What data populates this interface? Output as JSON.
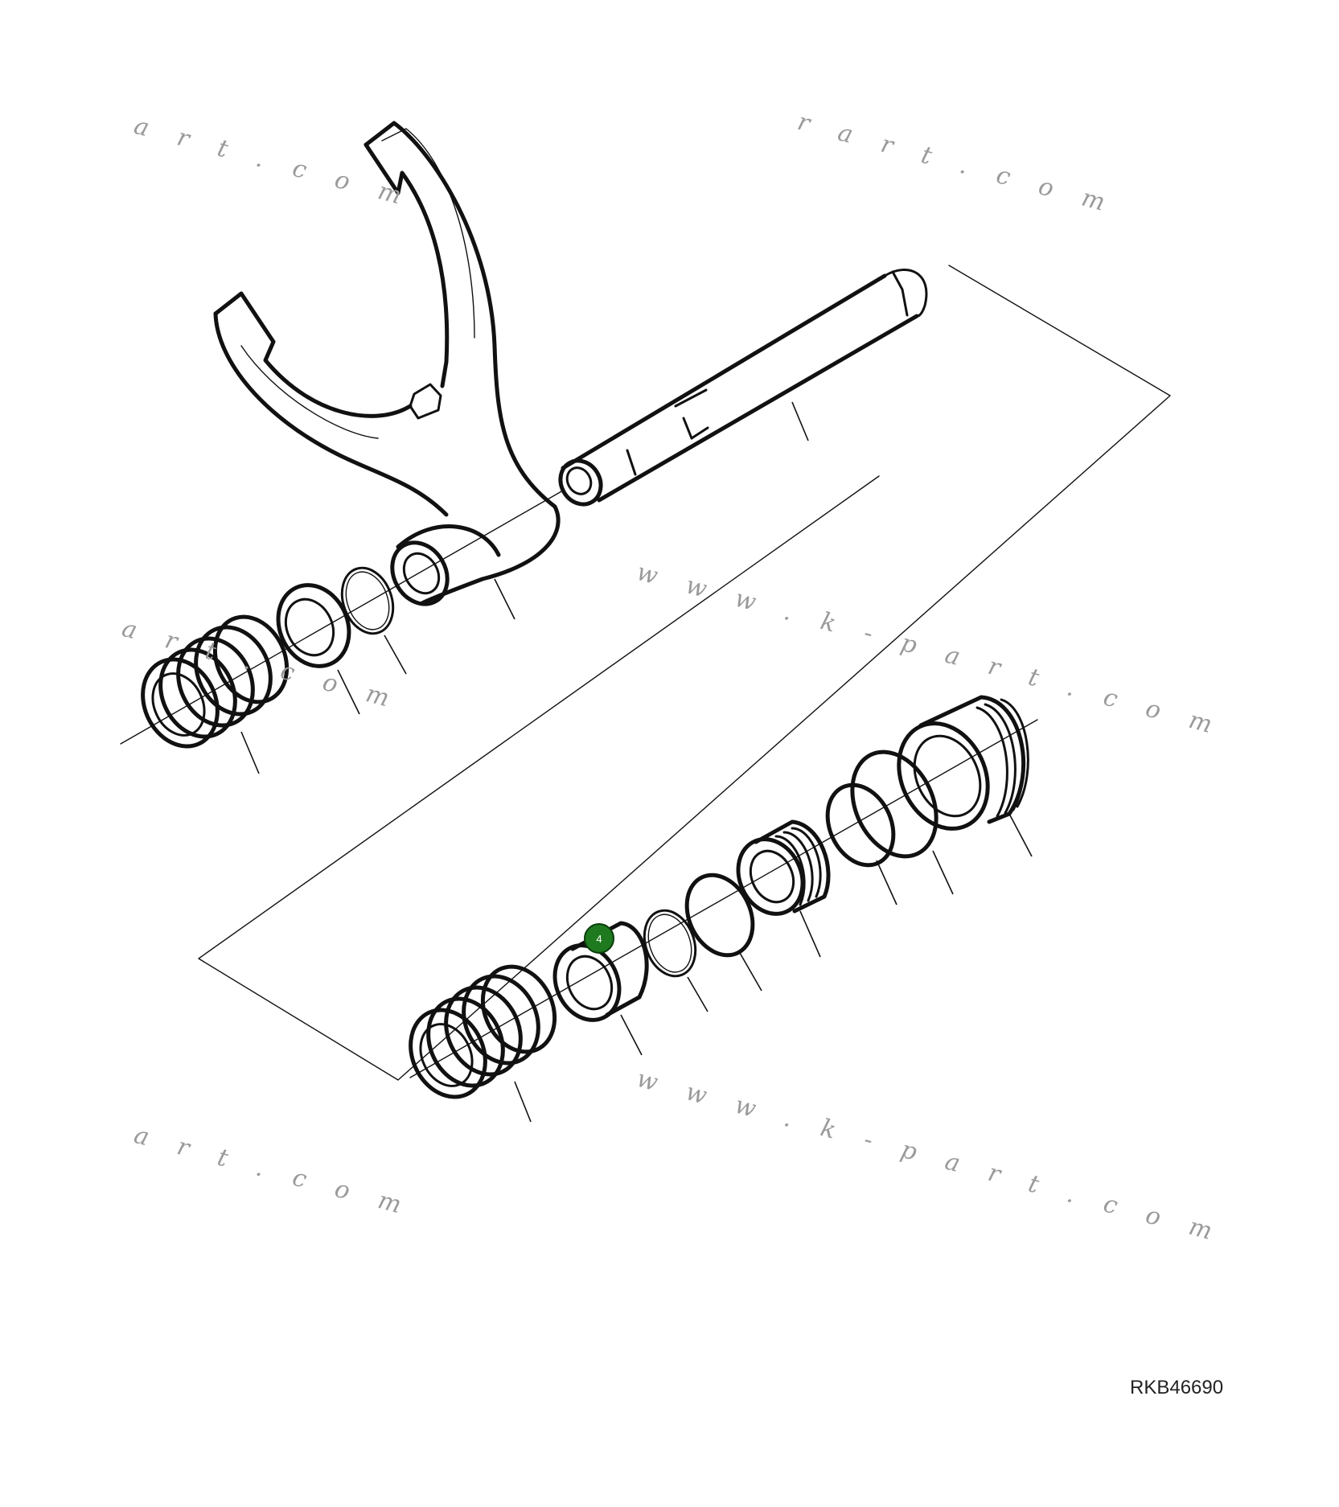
{
  "drawing_code": "RKB46690",
  "callouts": [
    {
      "label": "4",
      "color": "#1f7a1f",
      "stroke": "#0b3d0b"
    }
  ],
  "watermarks": [
    "w w w . k - p a r t . c o m",
    "a r t . c o m",
    "r a r t . c o m"
  ]
}
